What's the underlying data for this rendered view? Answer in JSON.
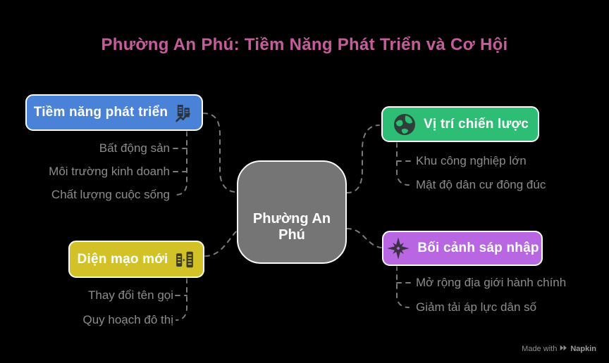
{
  "title": "Phường An Phú: Tiềm Năng Phát Triển và Cơ Hội",
  "center": {
    "label": "Phường An Phú"
  },
  "branches": [
    {
      "id": "tiem-nang-phat-trien",
      "label": "Tiềm năng phát triển",
      "color": "#4a82d8",
      "icon": "buildings-chart-icon",
      "children": [
        "Bất động sản",
        "Môi trường kinh doanh",
        "Chất lượng cuộc sống"
      ]
    },
    {
      "id": "vi-tri-chien-luoc",
      "label": "Vị trí chiến lược",
      "color": "#2dbd75",
      "icon": "globe-icon",
      "children": [
        "Khu công nghiệp lớn",
        "Mật độ dân cư đông đúc"
      ]
    },
    {
      "id": "dien-mao-moi",
      "label": "Diện mạo mới",
      "color": "#d2c228",
      "icon": "transform-lists-icon",
      "children": [
        "Thay đổi tên gọi",
        "Quy hoạch đô thị"
      ]
    },
    {
      "id": "boi-canh-sap-nhap",
      "label": "Bối cảnh sáp nhập",
      "color": "#b966e3",
      "icon": "star-burst-icon",
      "children": [
        "Mở rộng địa giới hành chính",
        "Giảm tải áp lực dân số"
      ]
    }
  ],
  "colors": {
    "background": "#000000",
    "title": "#c65d9b",
    "center_node": "#757575",
    "node_border": "#fbfbfb",
    "node_text": "#ffffff",
    "subitem_text": "#8c8c8c",
    "connector": "#7b7b7b",
    "branch_blue": "#4a82d8",
    "branch_green": "#2dbd75",
    "branch_yellow": "#d2c228",
    "branch_purple": "#b966e3"
  },
  "watermark": {
    "made_with": "Made with",
    "brand": "Napkin"
  }
}
